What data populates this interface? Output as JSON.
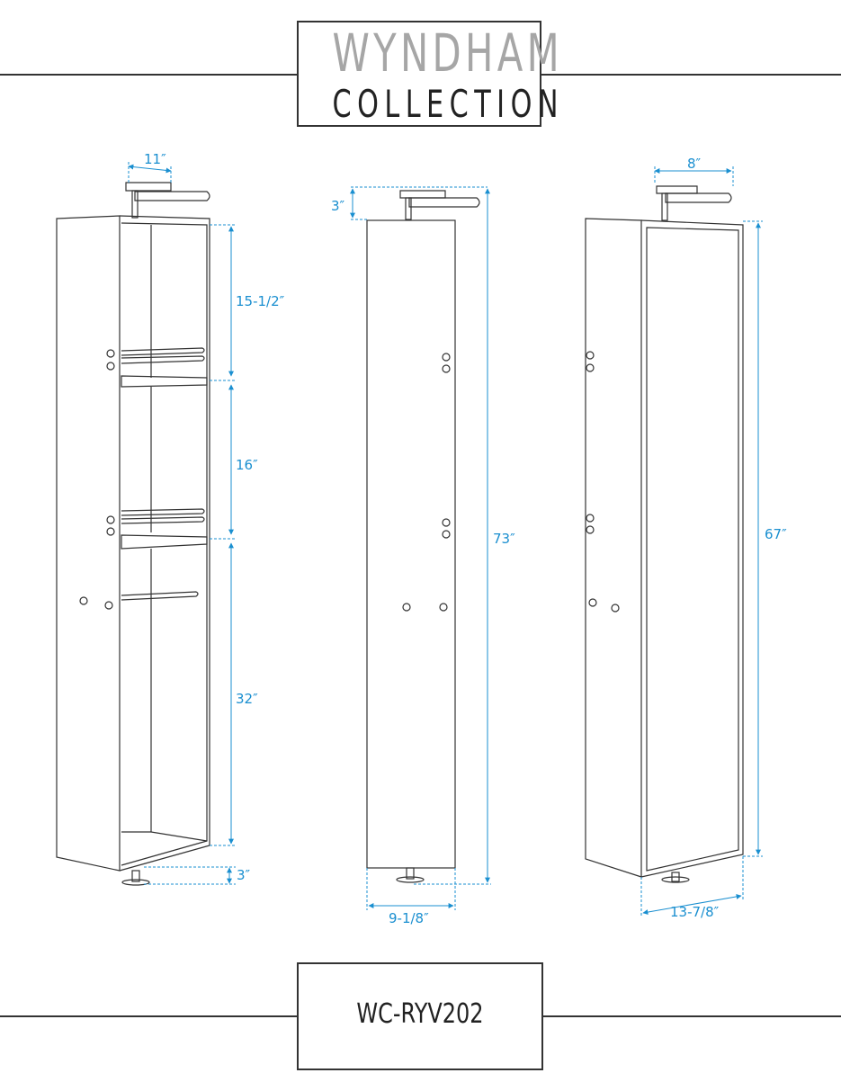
{
  "brand": {
    "line1": "WYNDHAM",
    "line2": "COLLECTION"
  },
  "model": "WC-RYV202",
  "dimensions": {
    "open_view": {
      "top_width": "11″",
      "shelf_1": "15-1/2″",
      "shelf_2": "16″",
      "shelf_3": "32″",
      "base_height": "3″"
    },
    "side_view": {
      "top_clearance": "3″",
      "total_height": "73″",
      "depth": "9-1/8″"
    },
    "mirror_view": {
      "top_depth": "8″",
      "body_height": "67″",
      "width": "13-7/8″"
    }
  },
  "colors": {
    "dimension": "#1a8fd0",
    "line": "#333333",
    "logo_gray": "#a6a6a6"
  }
}
